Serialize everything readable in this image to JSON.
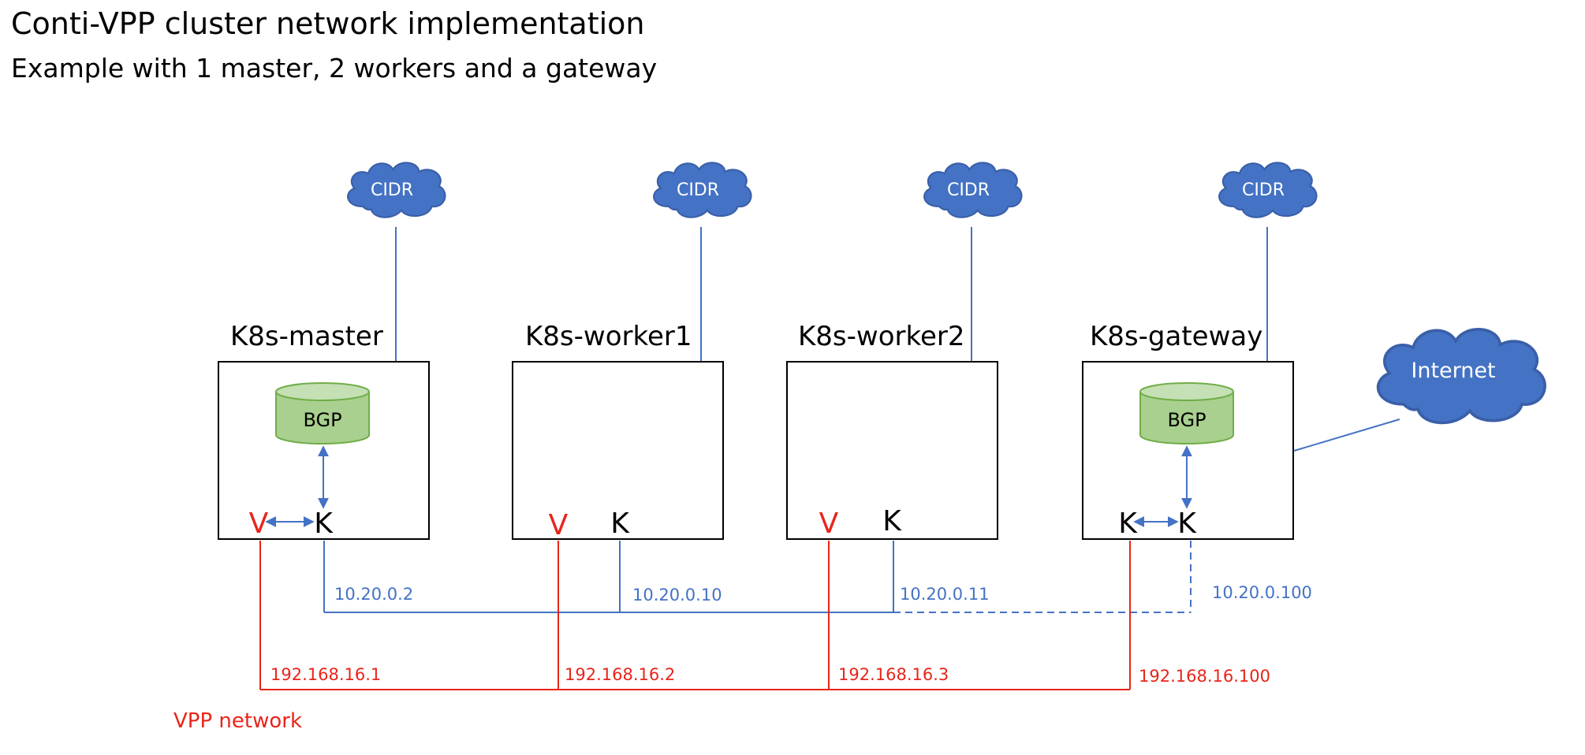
{
  "title": "Conti-VPP cluster network implementation",
  "subtitle": "Example with 1 master, 2 workers and a gateway",
  "colors": {
    "blue": "#4472c4",
    "red": "#e8251a",
    "cloud_fill": "#4472c4",
    "bgp_fill": "#a9d08e",
    "bgp_stroke": "#70ad47"
  },
  "nodes": [
    {
      "label": "K8s-master",
      "has_bgp": true,
      "bgp_label": "BGP",
      "left_letter": "V",
      "right_letter": "K",
      "blue_ip": "10.20.0.2",
      "red_ip": "192.168.16.1"
    },
    {
      "label": "K8s-worker1",
      "has_bgp": false,
      "left_letter": "V",
      "right_letter": "K",
      "blue_ip": "10.20.0.10",
      "red_ip": "192.168.16.2"
    },
    {
      "label": "K8s-worker2",
      "has_bgp": false,
      "left_letter": "V",
      "right_letter": "K",
      "blue_ip": "10.20.0.11",
      "red_ip": "192.168.16.3"
    },
    {
      "label": "K8s-gateway",
      "has_bgp": true,
      "bgp_label": "BGP",
      "left_letter": "K",
      "right_letter": "K",
      "blue_ip": "10.20.0.100",
      "red_ip": "192.168.16.100"
    }
  ],
  "cidr_label": "CIDR",
  "internet_label": "Internet",
  "vpp_network_label": "VPP network"
}
